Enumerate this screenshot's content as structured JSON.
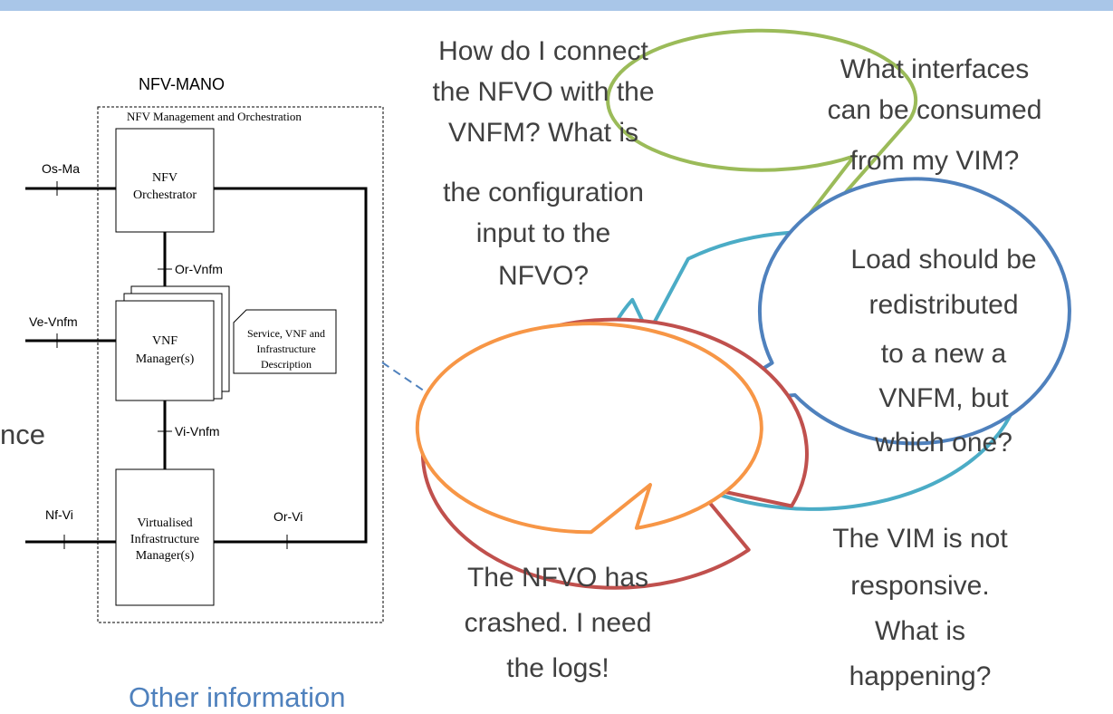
{
  "diagram": {
    "title": "NFV-MANO",
    "box_title": "NFV Management and Orchestration",
    "blocks": {
      "orchestrator": [
        "NFV",
        "Orchestrator"
      ],
      "vnf_manager": [
        "VNF",
        "Manager(s)"
      ],
      "vim": [
        "Virtualised",
        "Infrastructure",
        "Manager(s)"
      ],
      "description": [
        "Service, VNF and",
        "Infrastructure",
        "Description"
      ]
    },
    "interfaces": {
      "os_ma": "Os-Ma",
      "or_vnfm": "Or-Vnfm",
      "ve_vnfm": "Ve-Vnfm",
      "vi_vnfm": "Vi-Vnfm",
      "nf_vi": "Nf-Vi",
      "or_vi": "Or-Vi"
    }
  },
  "bubbles": {
    "teal": [
      "How do I connect",
      "the NFVO with the",
      "VNFM? What is",
      "the configuration",
      "input to the",
      "NFVO?"
    ],
    "green": [
      "What interfaces",
      "can be consumed",
      "from my VIM?"
    ],
    "blue": [
      "Load should be",
      "redistributed",
      "to a new a",
      "VNFM, but",
      "which one?"
    ],
    "red": [
      "The VIM is not",
      "responsive.",
      "What is",
      "happening?"
    ],
    "orange": [
      "The NFVO has",
      "crashed. I need",
      "the logs!"
    ]
  },
  "background_fragments": {
    "left": "nce",
    "bottom": "Other information"
  },
  "colors": {
    "teal": "#4bacc6",
    "green": "#9bbb59",
    "blue": "#4f81bd",
    "red": "#c0504d",
    "orange": "#f79646",
    "top_bar": "#a9c6e8",
    "dashed_link": "#4f81bd",
    "icons": "#000000"
  },
  "icons": [
    "computer-icon",
    "person-icon"
  ]
}
